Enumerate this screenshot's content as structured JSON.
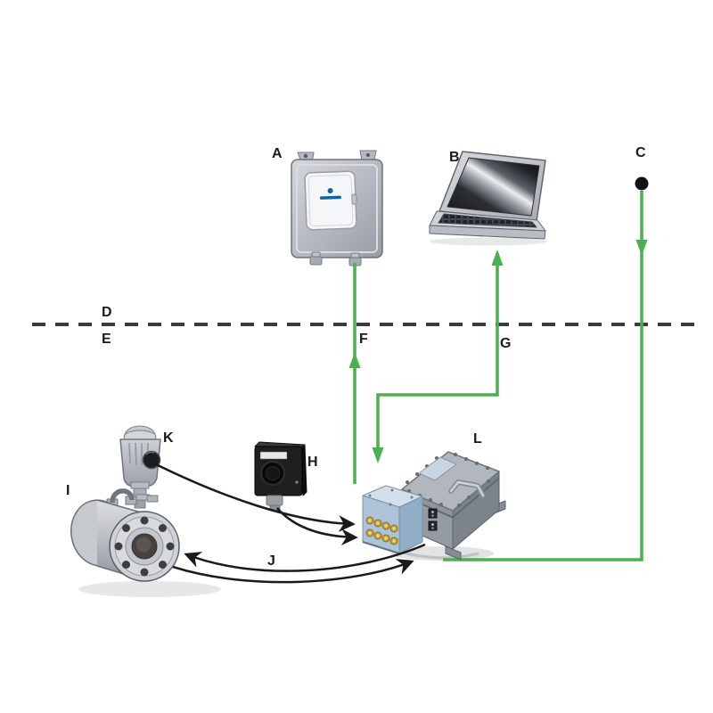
{
  "diagram": {
    "labels": {
      "A": "A",
      "B": "B",
      "C": "C",
      "D": "D",
      "E": "E",
      "F": "F",
      "G": "G",
      "H": "H",
      "I": "I",
      "J": "J",
      "K": "K",
      "L": "L"
    },
    "colors": {
      "connection_green": "#4caf50",
      "arrow_black": "#1a1a1a",
      "boundary_dashed": "#3b3b3b",
      "background": "#ffffff",
      "logo_blue": "#1464a0"
    }
  }
}
